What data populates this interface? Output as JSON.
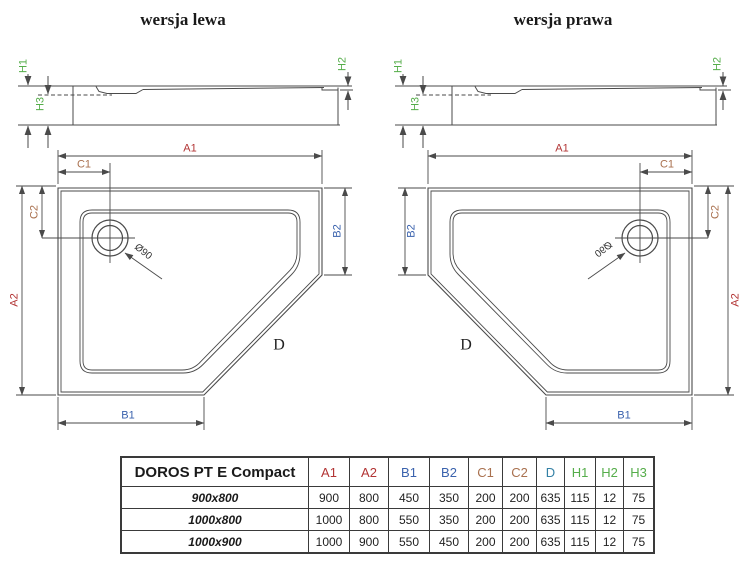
{
  "titles": {
    "left": "wersja lewa",
    "right": "wersja prawa"
  },
  "dim_labels": {
    "a1": "A1",
    "a2": "A2",
    "b1": "B1",
    "b2": "B2",
    "c1": "C1",
    "c2": "C2",
    "d": "D",
    "h1": "H1",
    "h2": "H2",
    "h3": "H3",
    "drain_diameter": "Ø90"
  },
  "colors": {
    "dim_a": "#b23434",
    "dim_b": "#3a62ad",
    "dim_c": "#a9714f",
    "dim_d": "#3380a5",
    "dim_h": "#55ad4a",
    "linework": "#4a4a4a"
  },
  "table": {
    "product_name": "DOROS PT E Compact",
    "columns": [
      "A1",
      "A2",
      "B1",
      "B2",
      "C1",
      "C2",
      "D",
      "H1",
      "H2",
      "H3"
    ],
    "rows": [
      {
        "size": "900x800",
        "values": [
          "900",
          "800",
          "450",
          "350",
          "200",
          "200",
          "635",
          "115",
          "12",
          "75"
        ]
      },
      {
        "size": "1000x800",
        "values": [
          "1000",
          "800",
          "550",
          "350",
          "200",
          "200",
          "635",
          "115",
          "12",
          "75"
        ]
      },
      {
        "size": "1000x900",
        "values": [
          "1000",
          "900",
          "550",
          "450",
          "200",
          "200",
          "635",
          "115",
          "12",
          "75"
        ]
      }
    ]
  }
}
